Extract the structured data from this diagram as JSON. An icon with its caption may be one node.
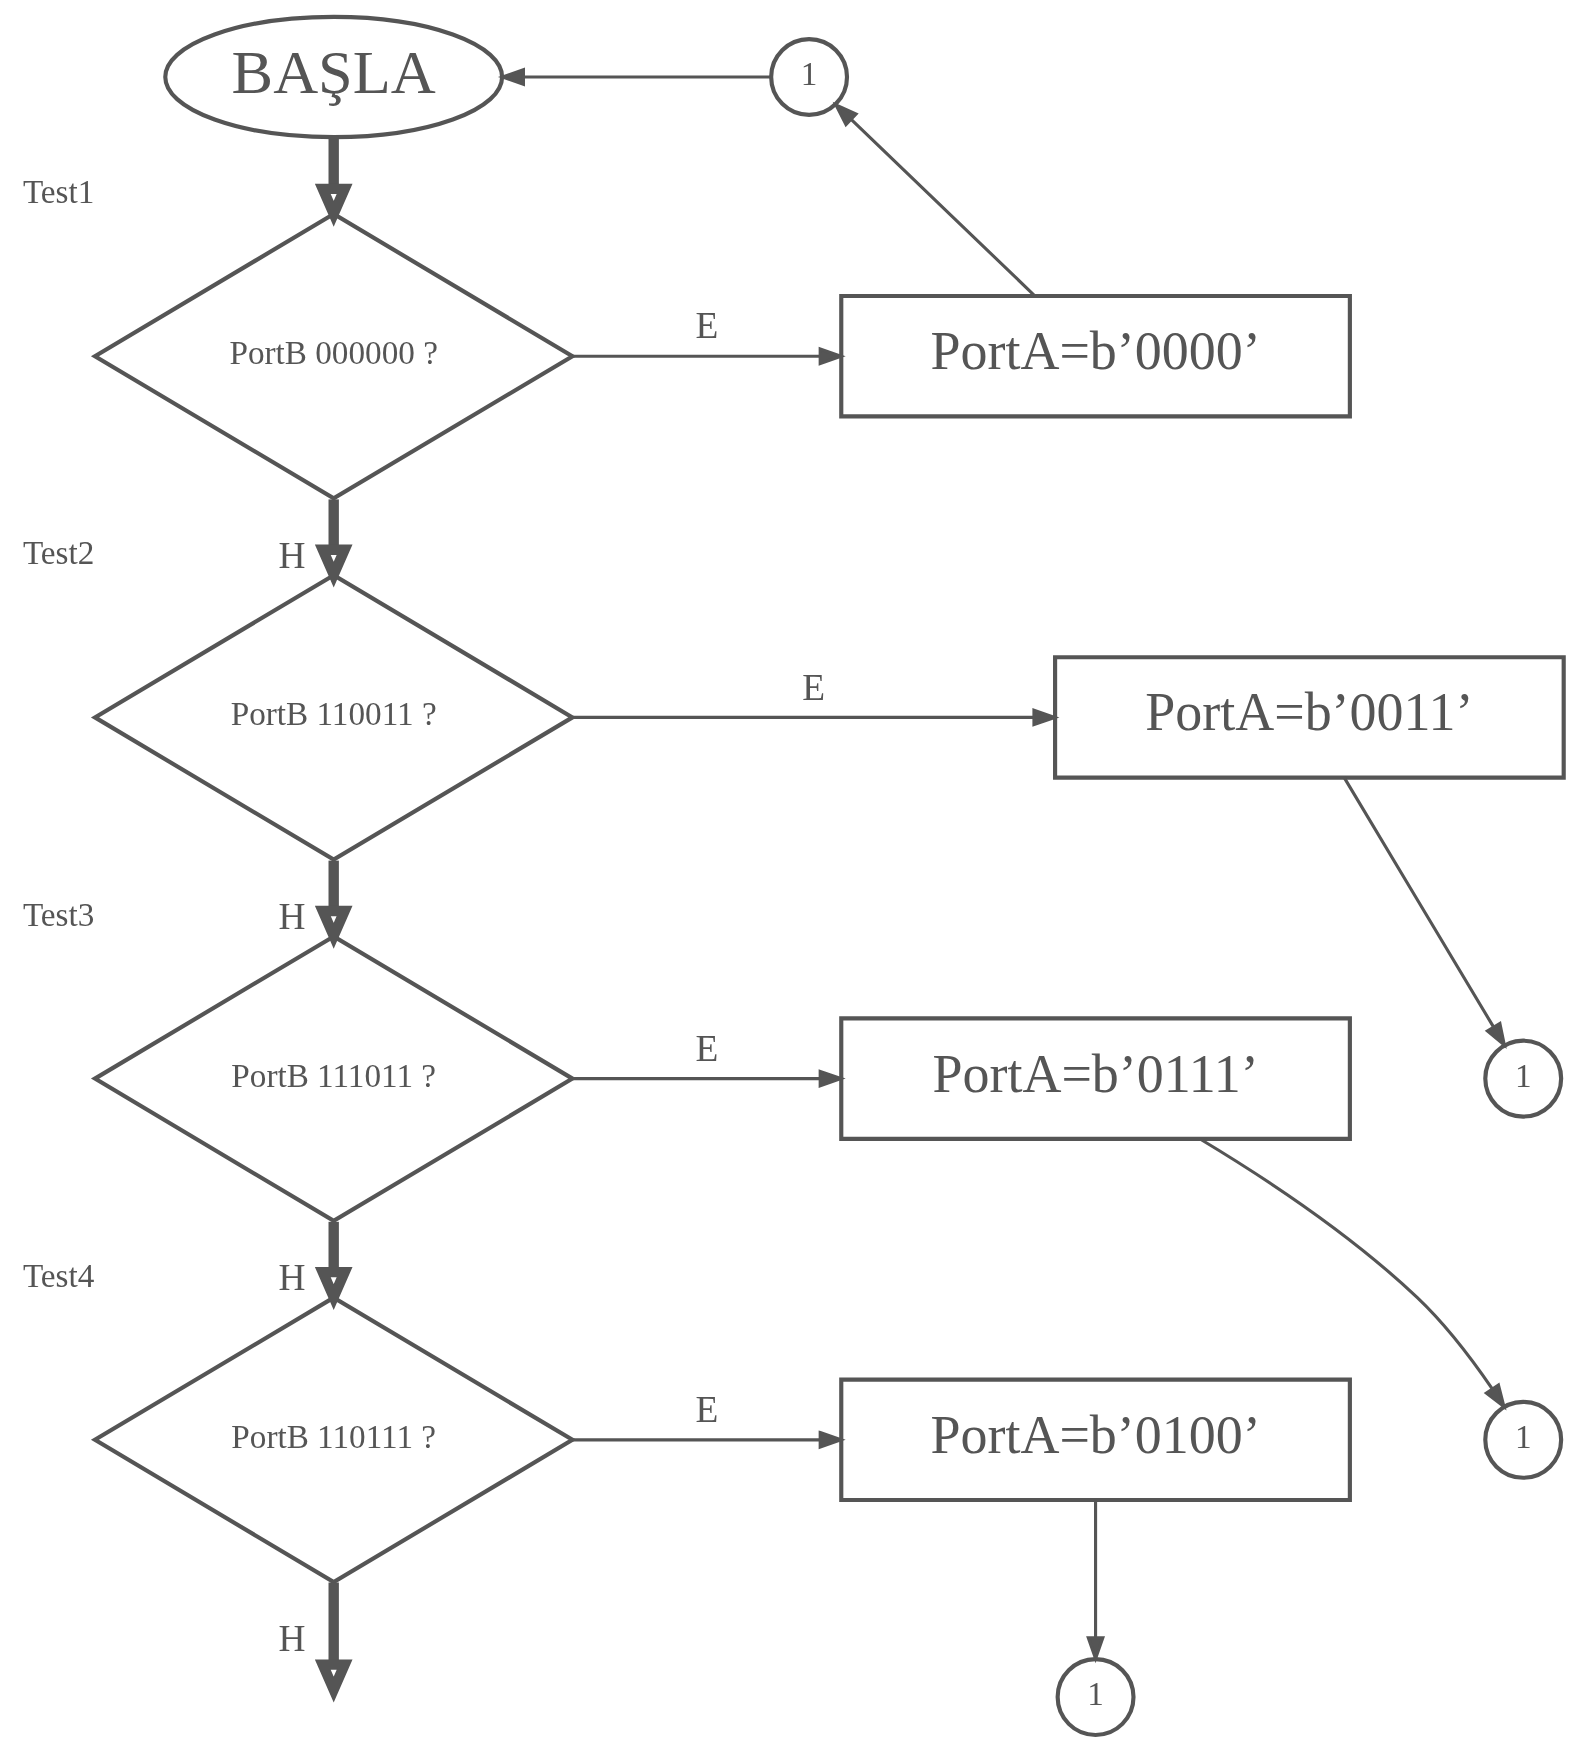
{
  "diagram": {
    "nodes": [
      {
        "text": [
          "BAŞLA"
        ]
      },
      {
        "text": [
          "1"
        ]
      },
      {
        "text": [
          "PortB 000000 ?"
        ],
        "beside": [
          "Test1"
        ]
      },
      {
        "text": [
          "PortA=b’0000’"
        ]
      },
      {
        "text": [
          "PortB 110011 ?"
        ],
        "beside": [
          "Test2"
        ]
      },
      {
        "text": [
          "PortA=b’0011’"
        ]
      },
      {
        "text": [
          "1"
        ]
      },
      {
        "text": [
          "PortB 111011 ?"
        ],
        "beside": [
          "Test3"
        ]
      },
      {
        "text": [
          "PortA=b’0111’"
        ]
      },
      {
        "text": [
          "1"
        ]
      },
      {
        "text": [
          "PortB 110111 ?"
        ],
        "beside": [
          "Test4"
        ]
      },
      {
        "text": [
          "PortA=b’0100’"
        ]
      },
      {
        "text": [
          "1"
        ]
      }
    ],
    "edges": [
      {
        "from": 0,
        "to": 2,
        "arrow": "to",
        "style": "thick"
      },
      {
        "from": 2,
        "to": 3,
        "arrow": "to",
        "label": "E"
      },
      {
        "from": 3,
        "to": 1,
        "arrow": "to"
      },
      {
        "from": 1,
        "to": 0,
        "arrow": "to"
      },
      {
        "from": 2,
        "to": 4,
        "arrow": "to",
        "label": "H",
        "style": "thick"
      },
      {
        "from": 4,
        "to": 5,
        "arrow": "to",
        "label": "E"
      },
      {
        "from": 5,
        "to": 6,
        "arrow": "to"
      },
      {
        "from": 4,
        "to": 7,
        "arrow": "to",
        "label": "H",
        "style": "thick"
      },
      {
        "from": 7,
        "to": 8,
        "arrow": "to",
        "label": "E"
      },
      {
        "from": 8,
        "to": 9,
        "arrow": "to"
      },
      {
        "from": 7,
        "to": 10,
        "arrow": "to",
        "label": "H",
        "style": "thick"
      },
      {
        "from": 10,
        "to": 11,
        "arrow": "to",
        "label": "E"
      },
      {
        "from": 11,
        "to": 12,
        "arrow": "to"
      },
      {
        "from": 10,
        "to": null,
        "arrow": "to",
        "label": "H",
        "style": "thick"
      }
    ]
  }
}
